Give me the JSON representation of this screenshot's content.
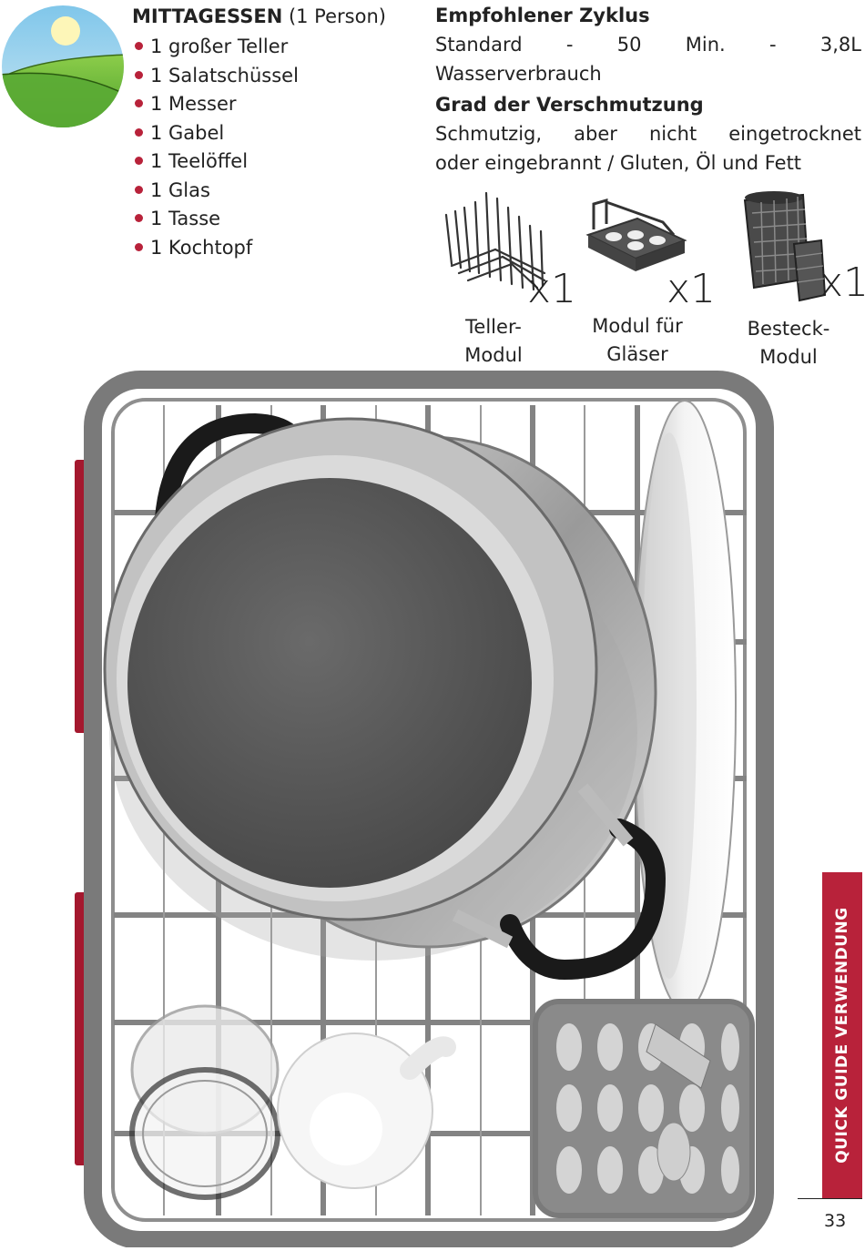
{
  "meal": {
    "title_bold": "MITTAGESSEN",
    "title_rest": " (1 Person)",
    "items": [
      "1 großer Teller",
      "1 Salatschüssel",
      "1 Messer",
      "1 Gabel",
      "1 Teelöffel",
      "1 Glas",
      "1 Tasse",
      "1 Kochtopf"
    ],
    "icon": "sun-hills-icon"
  },
  "cycle": {
    "heading": "Empfohlener Zyklus",
    "line1": [
      "Standard",
      "-",
      "50",
      "Min.",
      "-",
      "3,8L"
    ],
    "line2": "Wasserverbrauch"
  },
  "soil": {
    "heading": "Grad der Verschmutzung",
    "line1": [
      "Schmutzig,",
      "aber",
      "nicht",
      "eingetrocknet"
    ],
    "line2": "oder eingebrannt / Gluten, Öl und Fett"
  },
  "modules": [
    {
      "qty": "x1",
      "label_1": "Teller-",
      "label_2": "Modul"
    },
    {
      "qty": "x1",
      "label_1": "Modul für",
      "label_2": "Gläser"
    },
    {
      "qty": "x1",
      "label_1": "Besteck-",
      "label_2": "Modul"
    }
  ],
  "side_tab": "QUICK GUIDE VERWENDUNG",
  "page_number": "33",
  "colors": {
    "accent": "#b8223a",
    "rack": "#7a7a7a"
  }
}
